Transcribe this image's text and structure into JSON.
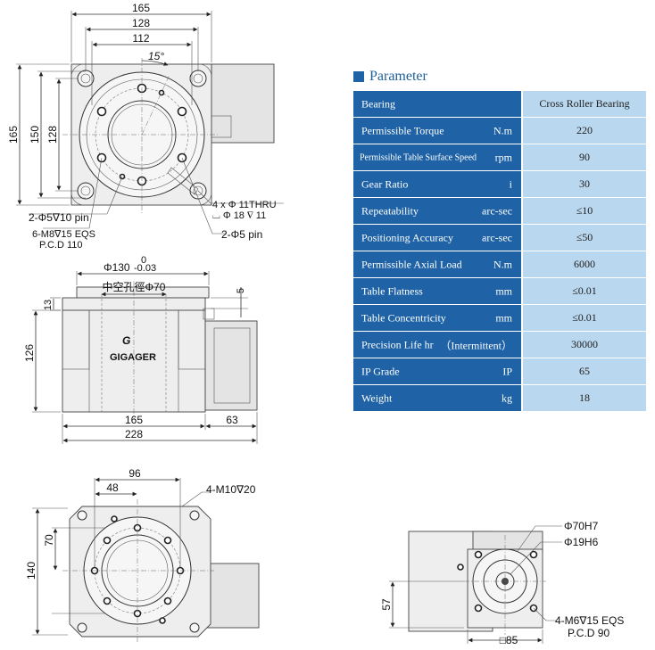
{
  "top_view": {
    "dims": {
      "w165": "165",
      "w128": "128",
      "w112": "112",
      "angle15": "15°",
      "h165": "165",
      "h150": "150",
      "h128": "128"
    },
    "callouts": {
      "pin10": "2-Φ5∇10 pin",
      "thread": "6-M8∇15 EQS",
      "pcd": "P.C.D 110",
      "thru": "4 x Φ 11THRU",
      "cbore": "⌴ Φ 18 ∇ 11",
      "pin5": "2-Φ5 pin"
    }
  },
  "side_view": {
    "dims": {
      "d130": "Φ130",
      "tol_upper": "0",
      "tol_lower": "-0.03",
      "hollow": "中空孔徑Φ70",
      "h13": "13",
      "h5": "5",
      "h126": "126",
      "w165": "165",
      "w63": "63",
      "w228": "228"
    },
    "brand": "GIGAGER",
    "logo_text": "G"
  },
  "bottom_view": {
    "dims": {
      "w96": "96",
      "w48": "48",
      "h70": "70",
      "h140": "140"
    },
    "callouts": {
      "thread": "4-M10∇20"
    }
  },
  "end_view": {
    "dims": {
      "h57": "57",
      "sq85": "□85"
    },
    "callouts": {
      "d70": "Φ70H7",
      "d19": "Φ19H6",
      "thread": "4-M6∇15 EQS",
      "pcd": "P.C.D 90"
    }
  },
  "parameter": {
    "heading": "Parameter",
    "rows": [
      {
        "name": "Bearing",
        "unit": "",
        "value": "Cross Roller Bearing"
      },
      {
        "name": "Permissible Torque",
        "unit": "N.m",
        "value": "220"
      },
      {
        "name": "Permissible Table Surface Speed",
        "unit": "rpm",
        "value": "90"
      },
      {
        "name": "Gear Ratio",
        "unit": "i",
        "value": "30"
      },
      {
        "name": "Repeatability",
        "unit": "arc-sec",
        "value": "≤10"
      },
      {
        "name": "Positioning Accuracy",
        "unit": "arc-sec",
        "value": "≤50"
      },
      {
        "name": "Permissible Axial Load",
        "unit": "N.m",
        "value": "6000"
      },
      {
        "name": "Table Flatness",
        "unit": "mm",
        "value": "≤0.01"
      },
      {
        "name": "Table Concentricity",
        "unit": "mm",
        "value": "≤0.01"
      },
      {
        "name": "Precision Life hr",
        "unit": "（Intermittent）",
        "value": "30000"
      },
      {
        "name": "IP Grade",
        "unit": "IP",
        "value": "65"
      },
      {
        "name": "Weight",
        "unit": "kg",
        "value": "18"
      }
    ]
  }
}
